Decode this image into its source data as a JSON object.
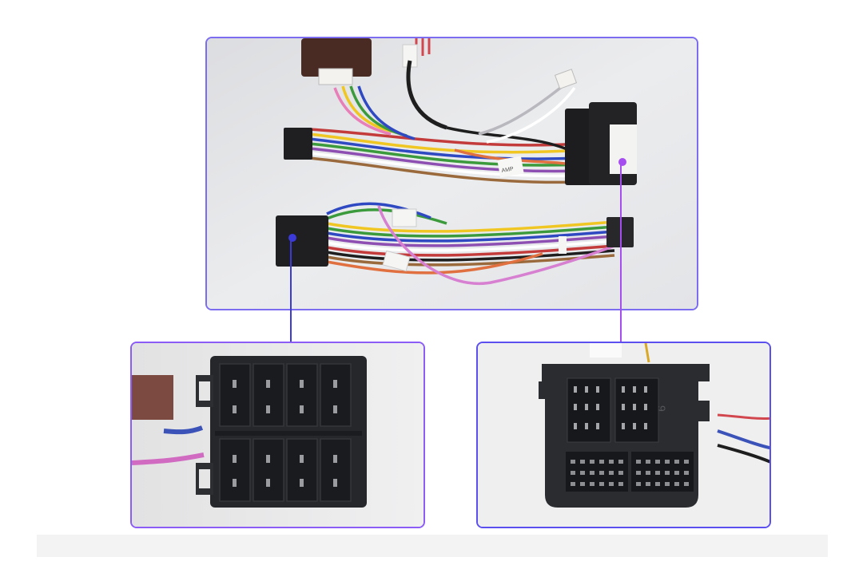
{
  "image": {
    "subject": "car-stereo-wiring-harness",
    "accent_colors": {
      "panel_border": "#7b6cf0",
      "callout_blue": "#3b39d8",
      "callout_purple": "#a64df0"
    },
    "panels": [
      {
        "role": "overview-photo",
        "icon": "wiring-harness"
      },
      {
        "role": "detail-photo",
        "icon": "iso-connector"
      },
      {
        "role": "detail-photo",
        "icon": "quadlock-connector"
      }
    ]
  }
}
